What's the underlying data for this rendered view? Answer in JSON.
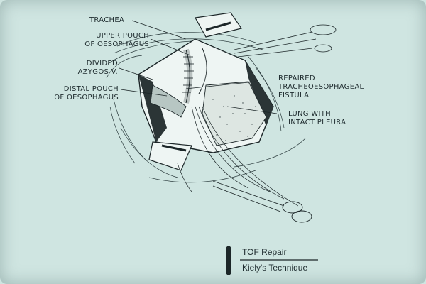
{
  "labels": {
    "trachea": "TRACHEA",
    "upper_pouch": [
      "UPPER POUCH",
      "OF OESOPHAGUS"
    ],
    "azygos": [
      "DIVIDED",
      "AZYGOS V."
    ],
    "distal_pouch": [
      "DISTAL POUCH",
      "OF OESOPHAGUS"
    ],
    "fistula": [
      "REPAIRED",
      "TRACHEOESOPHAGEAL",
      "FISTULA"
    ],
    "lung": [
      "LUNG WITH",
      "INTACT PLEURA"
    ]
  },
  "caption": {
    "title": "TOF Repair",
    "subtitle": "Kiely's Technique"
  }
}
